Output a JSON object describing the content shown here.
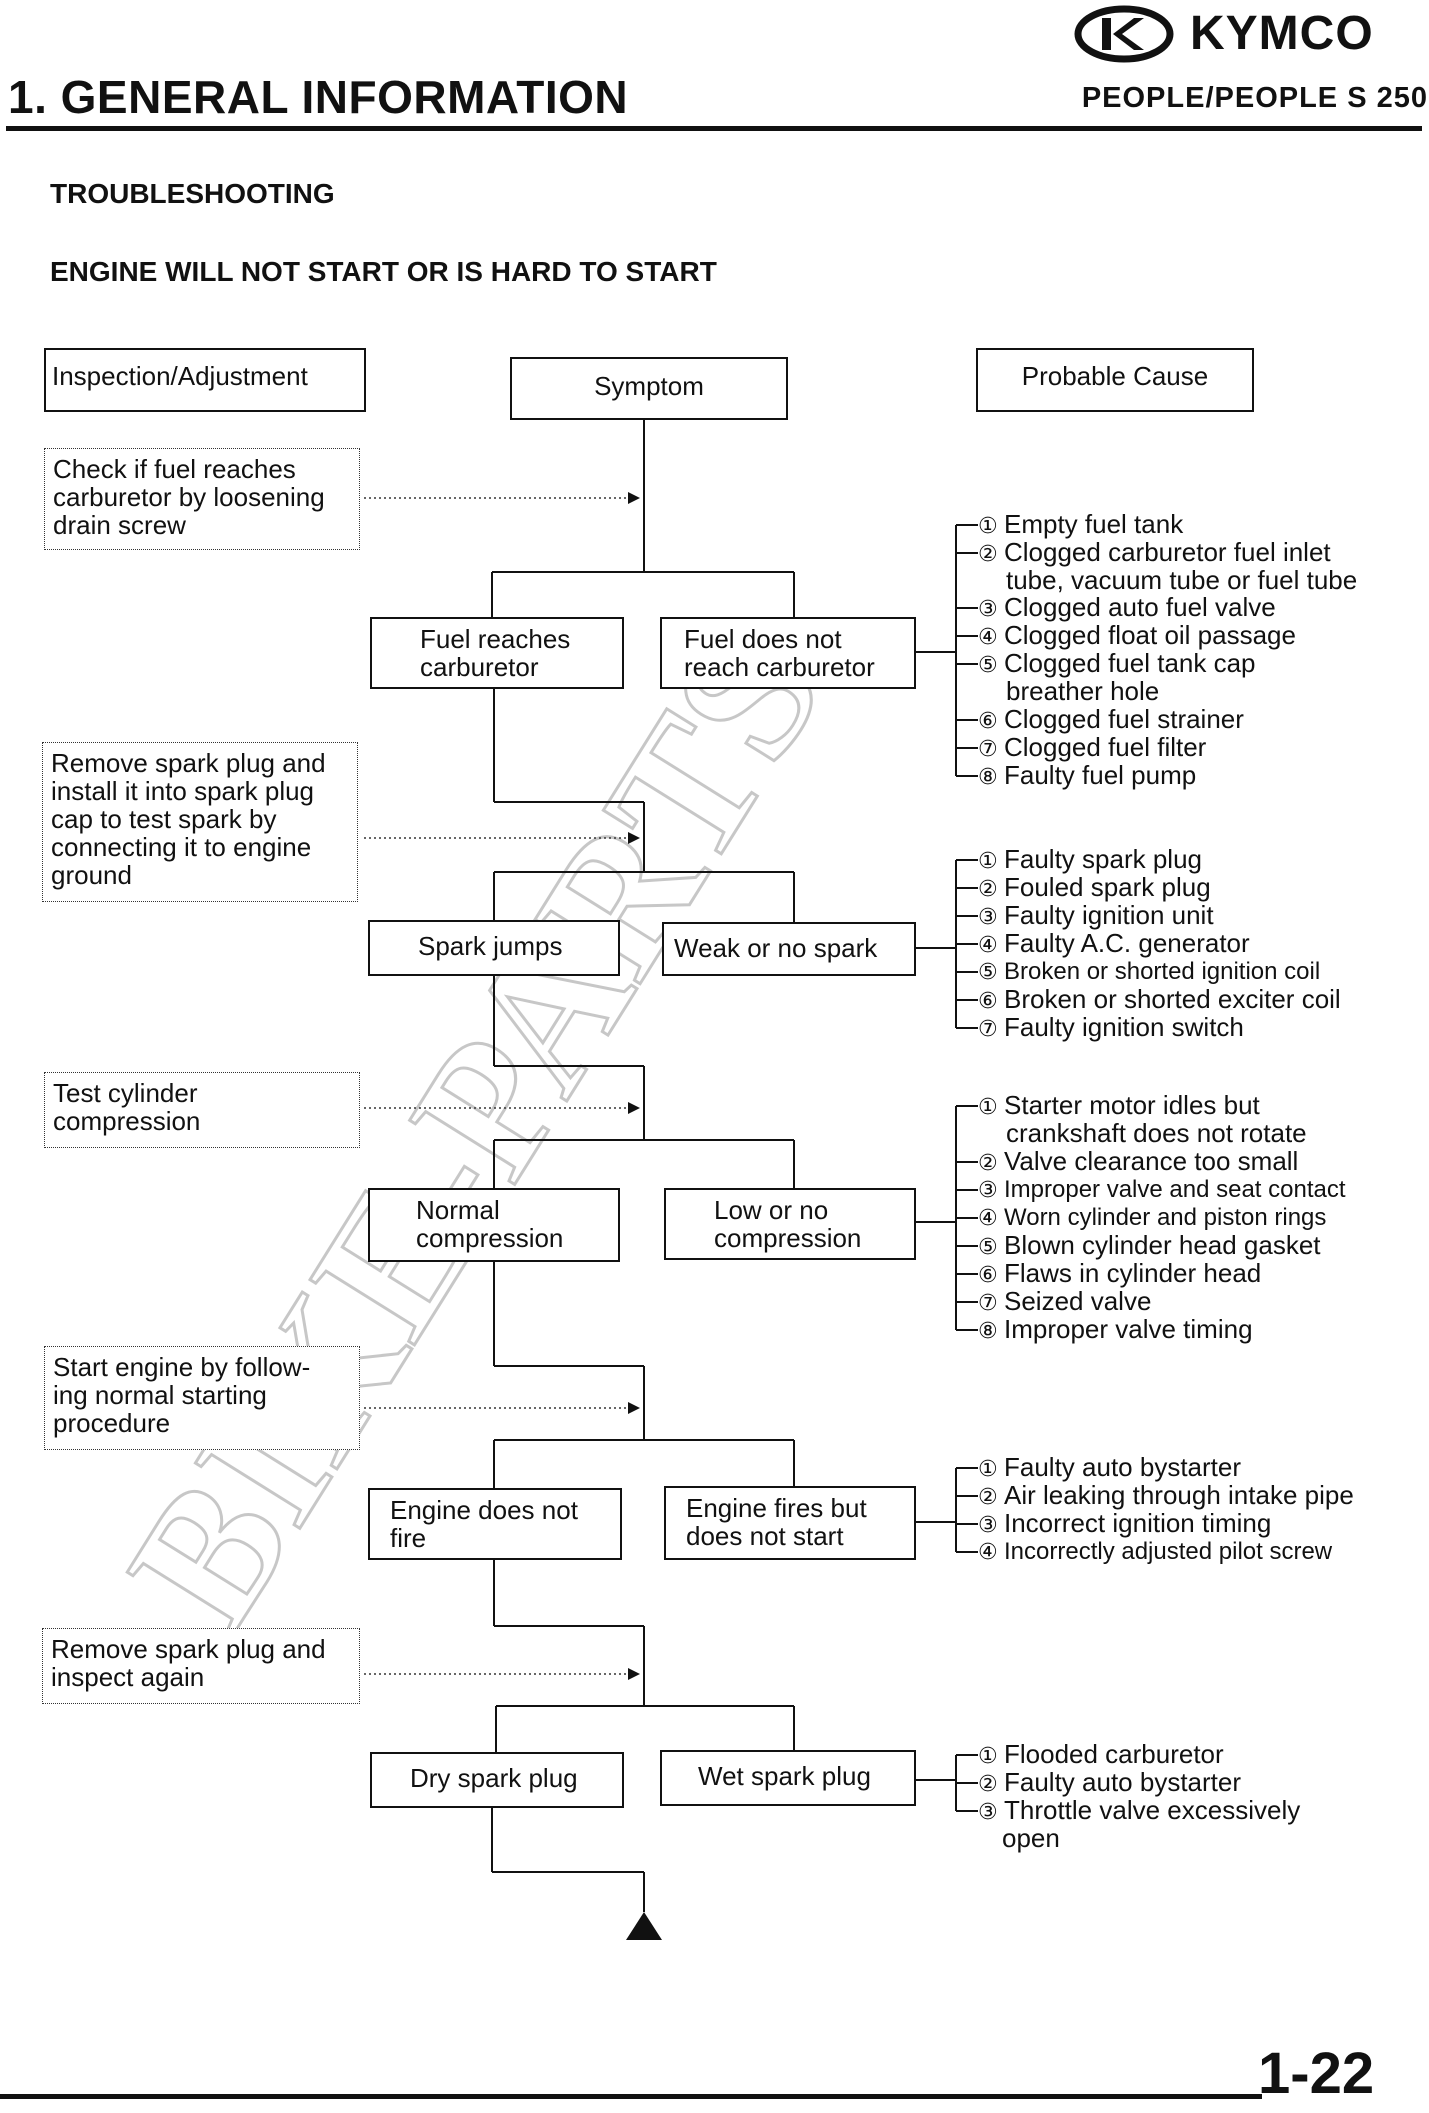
{
  "header": {
    "title": "1. GENERAL INFORMATION",
    "model": "PEOPLE/PEOPLE S 250",
    "brand": "KYMCO"
  },
  "section": "TROUBLESHOOTING",
  "subtitle": "ENGINE WILL NOT START OR IS HARD TO START",
  "columns": {
    "inspection": "Inspection/Adjustment",
    "symptom": "Symptom",
    "cause": "Probable Cause"
  },
  "steps": [
    {
      "inspection": [
        "Check if fuel reaches",
        "carburetor by loosening",
        "drain screw"
      ],
      "ok": [
        "Fuel reaches",
        "carburetor"
      ],
      "fail": [
        "Fuel does not",
        "reach carburetor"
      ],
      "causes": [
        {
          "num": "①",
          "lines": [
            "Empty fuel tank"
          ]
        },
        {
          "num": "②",
          "lines": [
            "Clogged carburetor fuel inlet",
            "tube, vacuum tube or fuel tube"
          ]
        },
        {
          "num": "③",
          "lines": [
            "Clogged auto fuel valve"
          ]
        },
        {
          "num": "④",
          "lines": [
            "Clogged float oil passage"
          ]
        },
        {
          "num": "⑤",
          "lines": [
            "Clogged fuel tank cap",
            "breather hole"
          ]
        },
        {
          "num": "⑥",
          "lines": [
            "Clogged fuel strainer"
          ]
        },
        {
          "num": "⑦",
          "lines": [
            "Clogged fuel filter"
          ]
        },
        {
          "num": "⑧",
          "lines": [
            "Faulty fuel pump"
          ]
        }
      ]
    },
    {
      "inspection": [
        "Remove spark plug and",
        "install it into spark plug",
        "cap to test spark by",
        "connecting it to engine",
        "ground"
      ],
      "ok": [
        "Spark jumps"
      ],
      "fail": [
        "Weak or no spark"
      ],
      "causes": [
        {
          "num": "①",
          "lines": [
            "Faulty spark plug"
          ]
        },
        {
          "num": "②",
          "lines": [
            "Fouled spark plug"
          ]
        },
        {
          "num": "③",
          "lines": [
            "Faulty ignition unit"
          ]
        },
        {
          "num": "④",
          "lines": [
            "Faulty A.C. generator"
          ]
        },
        {
          "num": "⑤",
          "lines": [
            "Broken or shorted ignition coil"
          ]
        },
        {
          "num": "⑥",
          "lines": [
            "Broken or shorted exciter coil"
          ]
        },
        {
          "num": "⑦",
          "lines": [
            "Faulty ignition switch"
          ]
        }
      ]
    },
    {
      "inspection": [
        "Test cylinder",
        "compression"
      ],
      "ok": [
        "Normal",
        "compression"
      ],
      "fail": [
        "Low or no",
        "compression"
      ],
      "causes": [
        {
          "num": "①",
          "lines": [
            "Starter motor idles but",
            "crankshaft does not rotate"
          ]
        },
        {
          "num": "②",
          "lines": [
            "Valve clearance too small"
          ]
        },
        {
          "num": "③",
          "lines": [
            "Improper valve and seat contact"
          ]
        },
        {
          "num": "④",
          "lines": [
            "Worn cylinder and piston rings"
          ]
        },
        {
          "num": "⑤",
          "lines": [
            "Blown cylinder head gasket"
          ]
        },
        {
          "num": "⑥",
          "lines": [
            "Flaws in cylinder head"
          ]
        },
        {
          "num": "⑦",
          "lines": [
            "Seized valve"
          ]
        },
        {
          "num": "⑧",
          "lines": [
            "Improper valve timing"
          ]
        }
      ]
    },
    {
      "inspection": [
        "Start engine by follow-",
        "ing normal starting",
        "procedure"
      ],
      "ok": [
        "Engine does not",
        "fire"
      ],
      "fail": [
        "Engine fires but",
        "does not start"
      ],
      "causes": [
        {
          "num": "①",
          "lines": [
            "Faulty auto bystarter"
          ]
        },
        {
          "num": "②",
          "lines": [
            "Air leaking through intake pipe"
          ]
        },
        {
          "num": "③",
          "lines": [
            "Incorrect ignition timing"
          ]
        },
        {
          "num": "④",
          "lines": [
            "Incorrectly adjusted pilot screw"
          ]
        }
      ]
    },
    {
      "inspection": [
        "Remove spark plug and",
        "inspect again"
      ],
      "ok": [
        "Dry spark plug"
      ],
      "fail": [
        "Wet spark plug"
      ],
      "causes": [
        {
          "num": "①",
          "lines": [
            "Flooded carburetor"
          ]
        },
        {
          "num": "②",
          "lines": [
            "Faulty auto bystarter"
          ]
        },
        {
          "num": "③",
          "lines": [
            "Throttle valve excessively",
            "open"
          ]
        }
      ]
    }
  ],
  "watermark": "BIKE-PARTS",
  "page_number": "1-22",
  "style": {
    "line_color": "#111111",
    "watermark_color": "#bdbdbd"
  }
}
